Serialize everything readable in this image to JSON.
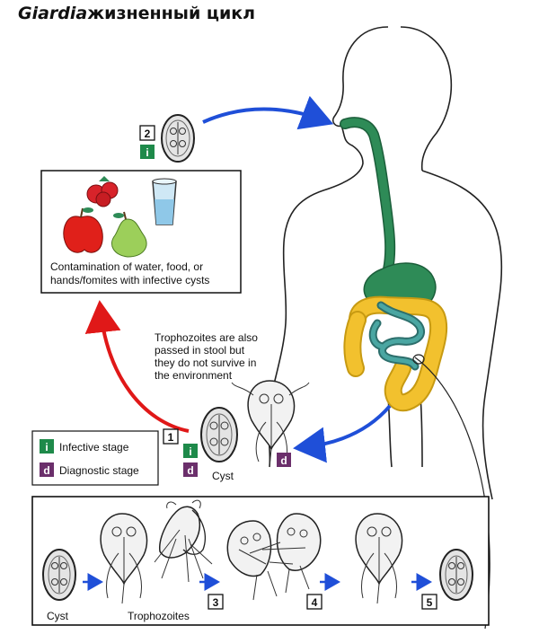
{
  "title": {
    "genus": "Giardia",
    "rest": "жизненный цикл"
  },
  "contamination": {
    "line1": "Contamination of water, food, or",
    "line2": "hands/fomites with infective cysts"
  },
  "trophozoite_note": {
    "line1": "Trophozoites are also",
    "line2": "passed in stool but",
    "line3": "they do not survive in",
    "line4": "the environment"
  },
  "legend": {
    "infective_letter": "i",
    "infective_label": "Infective stage",
    "diagnostic_letter": "d",
    "diagnostic_label": "Diagnostic stage"
  },
  "stages": {
    "step1": "1",
    "step2": "2",
    "step3": "3",
    "step4": "4",
    "step5": "5",
    "cyst_label": "Cyst"
  },
  "bottom": {
    "cyst_label": "Cyst",
    "trophozoites_label": "Trophozoites"
  },
  "colors": {
    "infective": "#1e8a4a",
    "diagnostic": "#6b2f6b",
    "blue_arrow": "#1f4fd8",
    "red_arrow": "#e01818",
    "digestive_green": "#2e8b57",
    "colon_yellow": "#f2c12e",
    "intestine_teal": "#3f8f8c"
  }
}
